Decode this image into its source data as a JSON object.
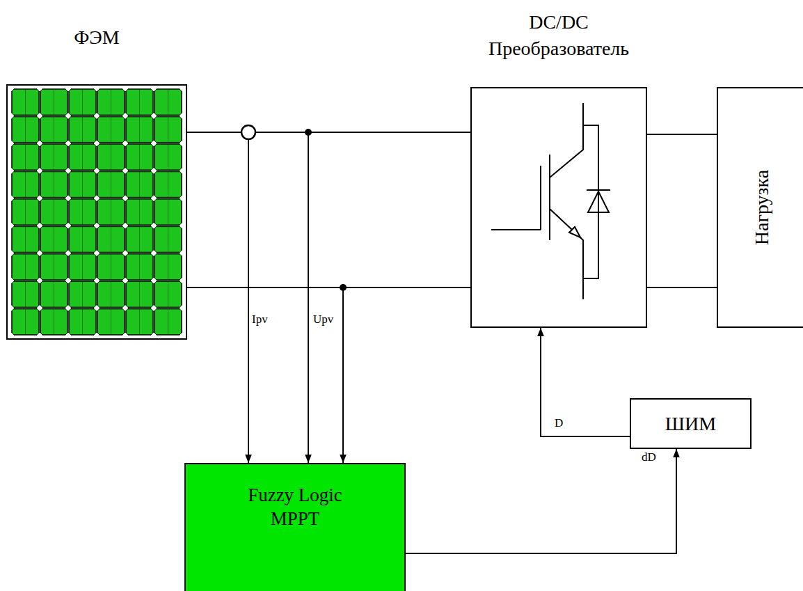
{
  "diagram": {
    "nodes": [
      {
        "text": [
          "ФЭМ"
        ]
      },
      {
        "text": [
          "DC/DC Преобразователь"
        ]
      },
      {
        "text": [
          "Нагрузка"
        ]
      },
      {
        "text": [
          "ШИМ"
        ]
      },
      {
        "text": [
          "Fuzzy Logic MPPT"
        ]
      }
    ],
    "edges": [
      {
        "from": 0,
        "to": 1,
        "arrow": "none"
      },
      {
        "from": 0,
        "to": 1,
        "arrow": "none"
      },
      {
        "from": 1,
        "to": 2,
        "arrow": "none"
      },
      {
        "from": 1,
        "to": 2,
        "arrow": "none"
      },
      {
        "from": 4,
        "to": 3,
        "label": "dD",
        "arrow": "to"
      },
      {
        "from": 3,
        "to": 1,
        "label": "D",
        "arrow": "to"
      }
    ],
    "labels": [
      "Ipv",
      "Upv"
    ]
  }
}
